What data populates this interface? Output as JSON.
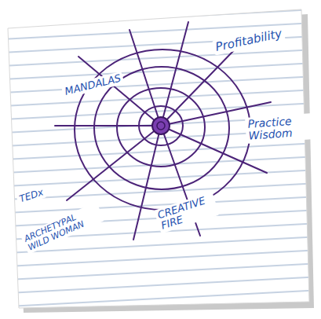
{
  "diagram": {
    "labels": [
      "Profitability",
      "MANDALAS",
      "Practice Wisdom",
      "TEDx",
      "ARCHETYPAL WILD WOMAN",
      "CREATIVE FIRE"
    ]
  }
}
